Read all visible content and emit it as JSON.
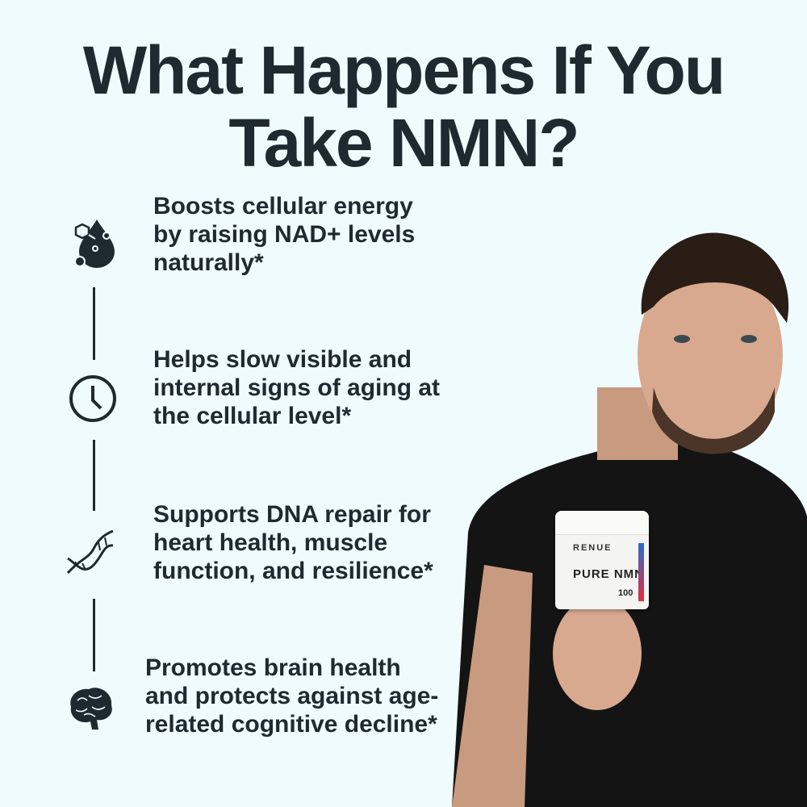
{
  "title_line1": "What Happens If You",
  "title_line2": "Take NMN?",
  "benefits": [
    {
      "text": "Boosts cellular energy by raising NAD+ levels naturally*",
      "icon": "molecule-drop-icon"
    },
    {
      "text": "Helps slow visible and internal signs of aging at the cellular level*",
      "icon": "clock-icon"
    },
    {
      "text": "Supports DNA repair for heart health, muscle function, and resilience*",
      "icon": "dna-icon"
    },
    {
      "text": "Promotes brain health and protects against age-related cognitive decline*",
      "icon": "brain-icon"
    }
  ],
  "product": {
    "brand": "RENUE",
    "name": "PURE NMN",
    "count": "100"
  },
  "colors": {
    "background": "#f0fbfe",
    "text": "#1f2a30"
  }
}
